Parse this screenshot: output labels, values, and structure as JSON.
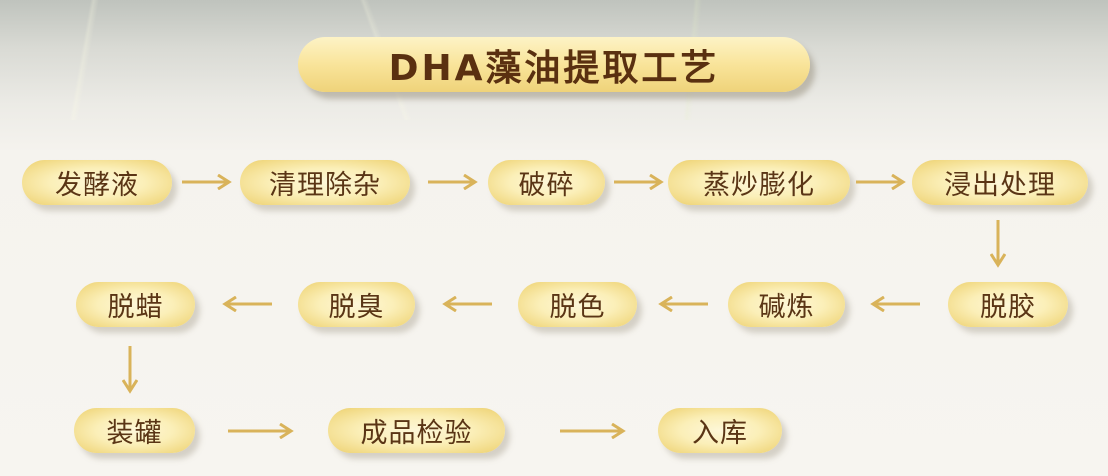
{
  "title": "DHA藻油提取工艺",
  "steps": {
    "s1": "发酵液",
    "s2": "清理除杂",
    "s3": "破碎",
    "s4": "蒸炒膨化",
    "s5": "浸出处理",
    "s6": "脱胶",
    "s7": "碱炼",
    "s8": "脱色",
    "s9": "脱臭",
    "s10": "脱蜡",
    "s11": "装罐",
    "s12": "成品检验",
    "s13": "入库"
  },
  "flow": [
    {
      "from": "发酵液",
      "to": "清理除杂",
      "direction": "right"
    },
    {
      "from": "清理除杂",
      "to": "破碎",
      "direction": "right"
    },
    {
      "from": "破碎",
      "to": "蒸炒膨化",
      "direction": "right"
    },
    {
      "from": "蒸炒膨化",
      "to": "浸出处理",
      "direction": "right"
    },
    {
      "from": "浸出处理",
      "to": "脱胶",
      "direction": "down"
    },
    {
      "from": "脱胶",
      "to": "碱炼",
      "direction": "left"
    },
    {
      "from": "碱炼",
      "to": "脱色",
      "direction": "left"
    },
    {
      "from": "脱色",
      "to": "脱臭",
      "direction": "left"
    },
    {
      "from": "脱臭",
      "to": "脱蜡",
      "direction": "left"
    },
    {
      "from": "脱蜡",
      "to": "装罐",
      "direction": "down"
    },
    {
      "from": "装罐",
      "to": "成品检验",
      "direction": "right"
    },
    {
      "from": "成品检验",
      "to": "入库",
      "direction": "right"
    }
  ],
  "colors": {
    "pill_fill": "#fbefb8",
    "pill_edge": "#e8cc6c",
    "text": "#5a3515",
    "arrow": "#d9b35a",
    "background": "#f7f5f0"
  }
}
